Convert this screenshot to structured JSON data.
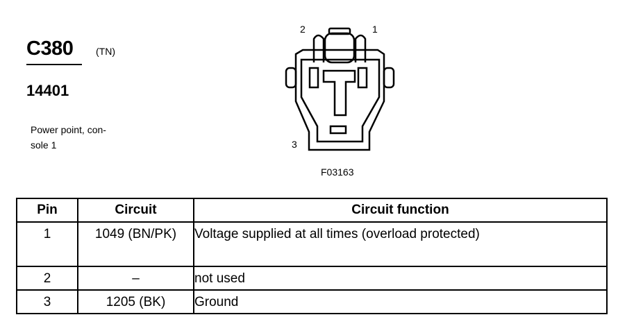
{
  "connector": {
    "id": "C380",
    "color_code": "(TN)",
    "part_number": "14401",
    "description": "Power point, con-\nsole 1"
  },
  "diagram": {
    "pin_labels": [
      "2",
      "1",
      "3"
    ],
    "figure_id": "F03163"
  },
  "table": {
    "headers": [
      "Pin",
      "Circuit",
      "Circuit function"
    ],
    "rows": [
      {
        "pin": "1",
        "circuit": "1049 (BN/PK)",
        "function": "Voltage supplied at all times (overload protected)"
      },
      {
        "pin": "2",
        "circuit": "–",
        "function": "not used"
      },
      {
        "pin": "3",
        "circuit": "1205 (BK)",
        "function": "Ground"
      }
    ]
  }
}
